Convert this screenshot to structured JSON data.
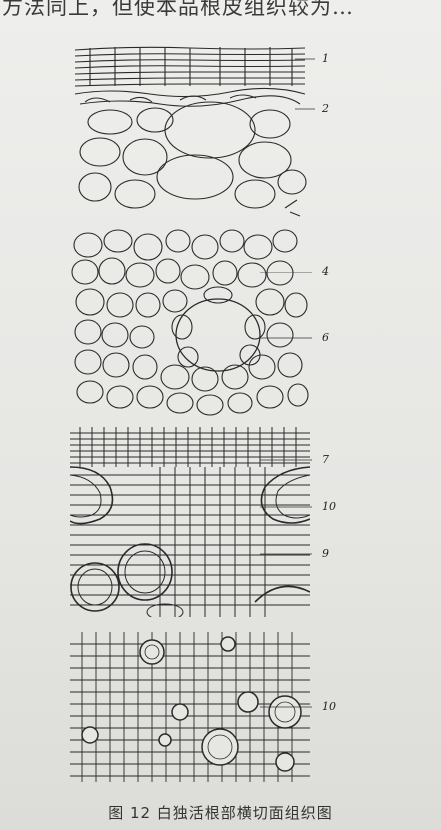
{
  "top_text": "方法同上，但使本品根皮组织较为…",
  "labels": {
    "l1": "1",
    "l2": "2",
    "l4": "4",
    "l6": "6",
    "l7": "7",
    "l10a": "10",
    "l9": "9",
    "l10b": "10"
  },
  "caption": "图 12   白独活根部横切面组织图"
}
